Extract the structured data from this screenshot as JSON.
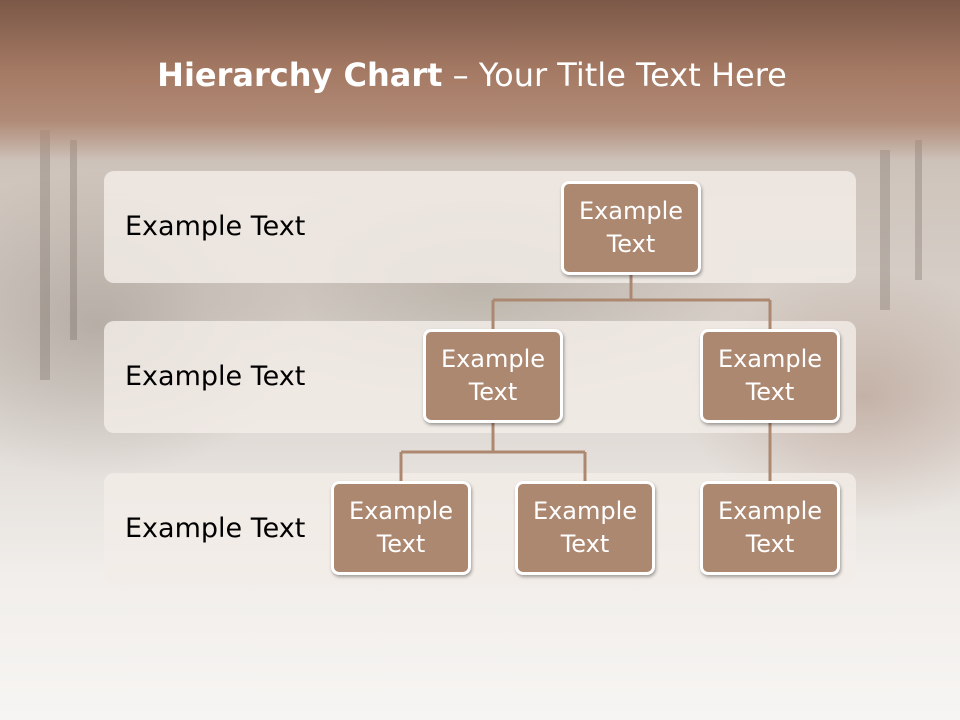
{
  "title": {
    "bold": "Hierarchy Chart",
    "rest": " – Your Title Text Here"
  },
  "levels": [
    {
      "label": "Example Text"
    },
    {
      "label": "Example Text"
    },
    {
      "label": "Example Text"
    }
  ],
  "nodes": {
    "root": "Example Text",
    "l2_left": "Example Text",
    "l2_right": "Example Text",
    "l3_a": "Example Text",
    "l3_b": "Example Text",
    "l3_c": "Example Text"
  },
  "colors": {
    "header": "#a57a64",
    "node": "#ad8871",
    "connector": "#ad8871"
  }
}
